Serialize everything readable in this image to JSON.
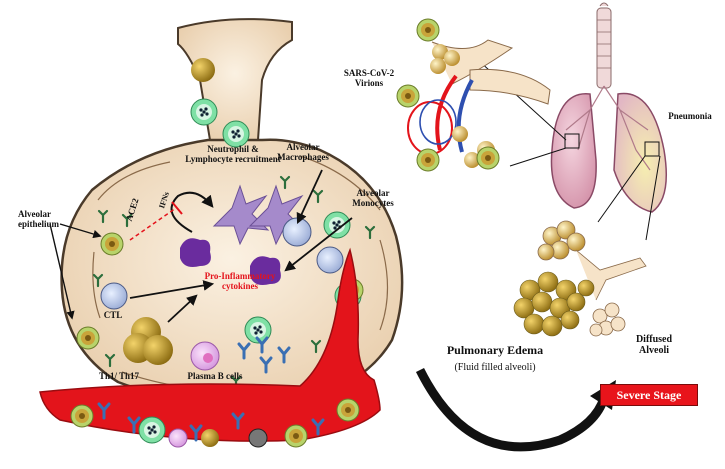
{
  "labels": {
    "neutrophil_recruitment": "Neutrophil &\nLymphocyte recruitment",
    "alveolar_macrophages": "Alveolar\nMacrophages",
    "alveolar_monocytes": "Alveolar\nMonocytes",
    "alveolar_epithelium": "Alveolar\nepithelium",
    "ace2": "ACE2",
    "ifns": "IFNs",
    "pro_inflammatory": "Pro-Inflammatory\ncytokines",
    "ctl": "CTL",
    "th1_th17": "Th1/ Th17",
    "plasma_b_cells": "Plasma  B cells",
    "sars_virions": "SARS-CoV-2\nVirions",
    "pneumonia": "Pneumonia",
    "pulmonary_edema": "Pulmonary Edema",
    "fluid_filled": "(Fluid filled alveoli)",
    "diffused_alveoli": "Diffused\nAlveoli",
    "severe_stage": "Severe Stage"
  },
  "colors": {
    "vessel": "#e3141b",
    "alveolus_fill": "#f6e6cf",
    "alveolus_stroke": "#5a4a3a",
    "lung": "#e9b8c8",
    "virion": "#c9a43a",
    "macrophage": "#a58acb",
    "monocyte": "#6a2c9e",
    "neutrophil": "#5fd08c",
    "severe_badge": "#e8141b"
  }
}
